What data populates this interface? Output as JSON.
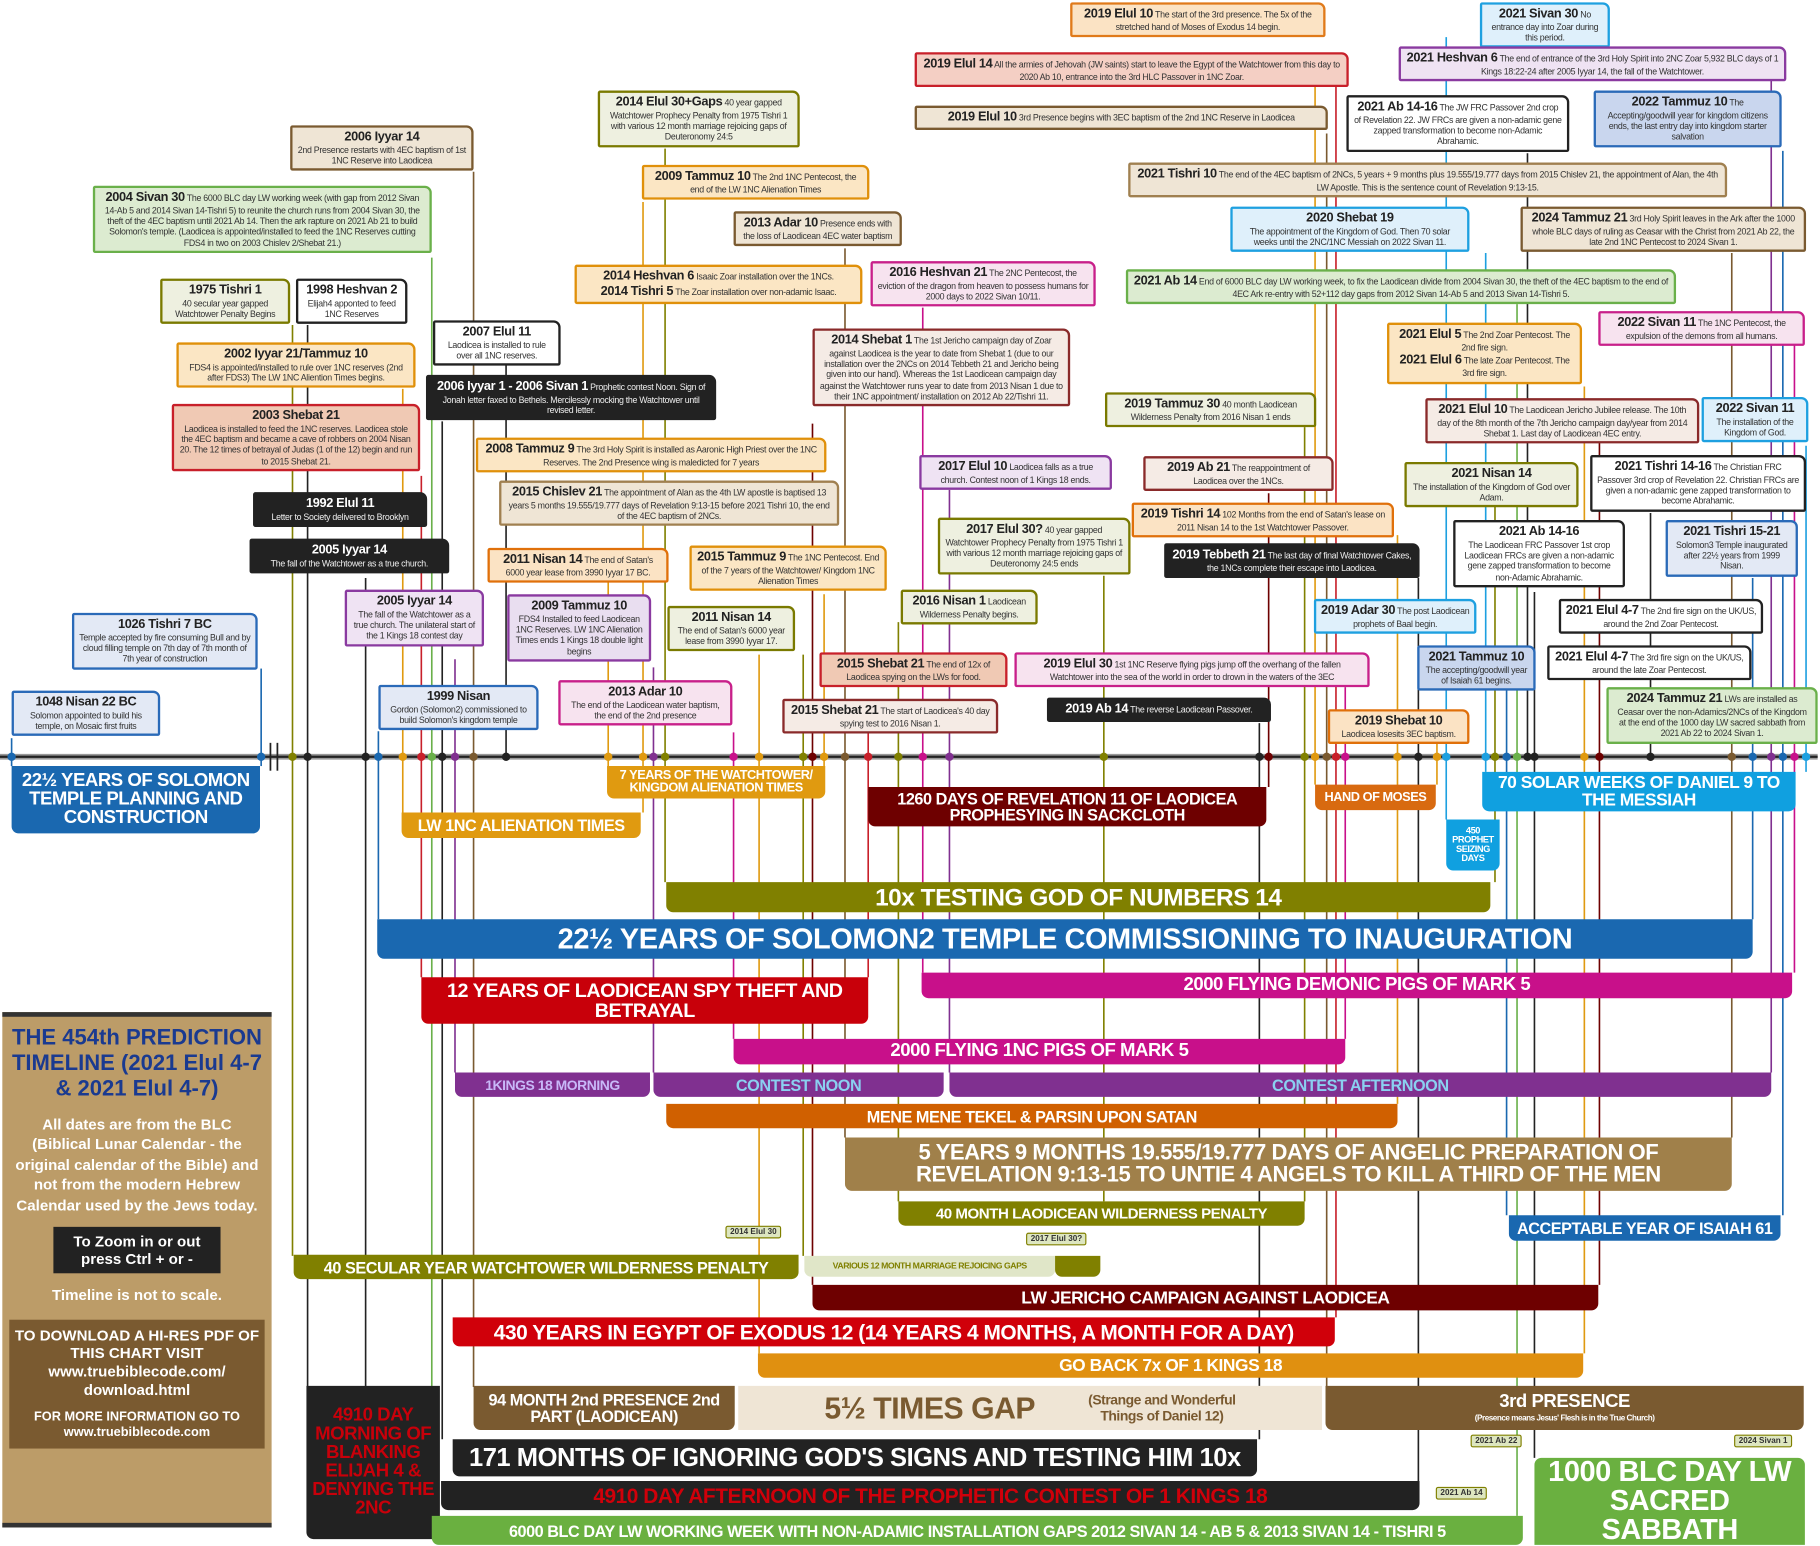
{
  "events": [
    {
      "date": "2019 Elul 10",
      "text": "The start of the 3rd presence. The 5x of the stretched hand of Moses of Exodus 14 begin."
    },
    {
      "date": "2021 Sivan 30",
      "text": "No entrance day into Zoar during this period."
    },
    {
      "date": "2019 Elul 14",
      "text": "All the armies of Jehovah (JW saints) start to leave the Egypt of the Watchtower from this day to 2020 Ab 10, entrance into the 3rd HLC Passover in 1NC Zoar."
    },
    {
      "date": "2021 Heshvan 6",
      "text": "The end of entrance of the 3rd Holy Spirit into 2NC Zoar 5,932 BLC days of 1 Kings 18:22-24 after 2005 Iyyar 14, the fall of the Watchtower."
    },
    {
      "date": "2014 Elul 30+Gaps",
      "text": "40 year gapped Watchtower Prophecy Penalty from 1975 Tishri 1 with various 12 month marriage rejoicing gaps of Deuteronomy 24:5"
    },
    {
      "date": "2019 Elul 10",
      "text": "3rd Presence begins with 3EC baptism of the 2nd 1NC Reserve in Laodicea"
    },
    {
      "date": "2021 Ab 14-16",
      "text": "The JW FRC Passover 2nd crop of Revelation 22. JW FRCs are given a non-adamic gene zapped transformation to become non-Adamic Abrahamic."
    },
    {
      "date": "2022 Tammuz 10",
      "text": "The Accepting/goodwill year for kingdom citizens ends, the last entry day into kingdom starter salvation"
    },
    {
      "date": "2006 Iyyar 14",
      "text": "2nd Presence restarts with 4EC baptism of 1st 1NC Reserve into Laodicea"
    },
    {
      "date": "2009 Tammuz 10",
      "text": "The 2nd 1NC Pentecost, the end of the LW 1NC Alienation Times"
    },
    {
      "date": "2021 Tishri 10",
      "text": "The end of the 4EC baptism of 2NCs, 5 years + 9 months plus 19.555/19.777 days from 2015 Chislev 21, the appointment of Alan, the 4th LW Apostle. This is the sentence count of Revelation 9:13-15."
    },
    {
      "date": "2004 Sivan 30",
      "text": "The 6000 BLC day LW working week (with gap from 2012 Sivan 14-Ab 5 and 2014 Sivan 14-Tishri 5) to reunite the church runs from 2004 Sivan 30, the theft of the 4EC baptism until 2021 Ab 14. Then the ark rapture on 2021 Ab 21 to build Solomon's temple. (Laodicea is appointed/installed to feed the 1NC Reserves cutting FDS4 in two on 2003 Chislev 2/Shebat 21.)"
    },
    {
      "date": "2013 Adar 10",
      "text": "Presence ends with the loss of Laodicean 4EC water baptism"
    },
    {
      "date": "2020 Shebat 19",
      "text": "The appointment of the Kingdom of God. Then 70 solar weeks until the 2NC/1NC Messiah on 2022 Sivan 11."
    },
    {
      "date": "2024 Tammuz 21",
      "text": "3rd Holy Spirit leaves in the Ark after the 1000 whole BLC days of ruling as Ceasar with the Christ from 2021 Ab 22, the late 2nd 1NC Pentecost to 2024 Sivan 1."
    },
    {
      "date": "2014 Heshvan 6",
      "text": "Isaaic Zoar installation over the 1NCs.",
      "date2": "2014 Tishri 5",
      "text2": "The Zoar installation over non-adamic Isaac."
    },
    {
      "date": "2016 Heshvan 21",
      "text": "The 2NC Pentecost, the eviction of the dragon from heaven to possess humans for 2000 days to 2022 Sivan 10/11."
    },
    {
      "date": "2021 Ab 14",
      "text": "End of 6000 BLC day LW working week, to fix the Laodicean divide from 2004 Sivan 30, the theft of the 4EC baptism to the end of 4EC Ark re-entry with 52+112 day gaps from 2012 Sivan 14-Ab 5 and 2013 Sivan 14-Tishri 5."
    },
    {
      "date": "1975 Tishri 1",
      "text": "40 secular year gapped Watchtower Penalty Begins"
    },
    {
      "date": "1998 Heshvan 2",
      "text": "Elijah4 apponted to feed 1NC Reserves"
    },
    {
      "date": "2022 Sivan 11",
      "text": "The 1NC Pentecost, the expulsion of the demons from all humans."
    },
    {
      "date": "2007 Elul 11",
      "text": "Laodicea is installed to rule over all 1NC reserves."
    },
    {
      "date": "2021 Elul 5",
      "text": "The 2nd Zoar Pentecost. The 2nd fire sign.",
      "date2": "2021 Elul 6",
      "text2": "The late Zoar Pentecost. The 3rd fire sign."
    },
    {
      "date": "2002 Iyyar 21/Tammuz 10",
      "text": "FDS4 is appointed/installed to rule over 1NC reserves (2nd after FDS3) The LW 1NC Aliention Times begins."
    },
    {
      "date": "2014 Shebat 1",
      "text": "The 1st Jericho campaign day of Zoar against Laodicea is the year to date from Shebat 1 (due to our installation over the 2NCs on 2014 Tebbeth 21 and Jericho being given into our hand). Whereas the 1st Laodicean campaign day against the Watchtower runs year to date from 2013 Nisan 1 due to their 1NC appointment/ installation on 2012 Ab 22/Tishri 11."
    },
    {
      "date": "2006 Iyyar 1 - 2006 Sivan 1",
      "text": "Prophetic contest Noon. Sign of Jonah letter faxed to Bethels. Mercilessly mocking the Watchtower until revised letter."
    },
    {
      "date": "2019 Tammuz 30",
      "text": "40 month Laodicean Wilderness Penalty from 2016 Nisan 1 ends"
    },
    {
      "date": "2003 Shebat 21",
      "text": "Laodicea is installed to feed the 1NC reserves. Laodicea stole the 4EC baptism and became a cave of robbers on 2004 Nisan 20. The 12 times of betrayal of Judas (1 of the 12) begin and run to 2015 Shebat 21."
    },
    {
      "date": "2021 Elul 10",
      "text": "The Laodicean Jericho Jubilee release. The 10th day of the 8th month of the 7th Jericho campaign day/year from 2014 Shebat 1. Last day of Laodicean 4EC entry."
    },
    {
      "date": "2022 Sivan 11",
      "text": "The installation of the Kingdom of God."
    },
    {
      "date": "2008 Tammuz 9",
      "text": "The 3rd Holy Spirit is installed as Aaronic High Priest over the 1NC Reserves. The 2nd Presence wing is maledicted for 7 years"
    },
    {
      "date": "2017 Elul 10",
      "text": "Laodicea falls as a true church. Contest noon of 1 Kings 18 ends."
    },
    {
      "date": "2019 Ab 21",
      "text": "The reappointment of Laodicea over the 1NCs."
    },
    {
      "date": "2021 Nisan 14",
      "text": "The installation of the Kingdom of God over Adam."
    },
    {
      "date": "2021 Tishri 14-16",
      "text": "The Christian FRC Passover 3rd crop of Revelation 22. Christian FRCs are given a non-adamic gene zapped transformation to become Abrahamic."
    },
    {
      "date": "2015 Chislev 21",
      "text": "The appointment of Alan as the 4th LW apostle is baptised 13 years 5 months 19.555/19.777 days of Revelation 9:13-15 before 2021 Tishri 10, the end of the 4EC baptism of 2NCs."
    },
    {
      "date": "1992 Elul 11",
      "text": "Letter to Society delivered to Brooklyn"
    },
    {
      "date": "2019 Tishri 14",
      "text": "102 Months from the end of Satan's lease on 2011 Nisan 14 to the 1st Watchtower Passover."
    },
    {
      "date": "2017 Elul 30?",
      "text": "40 year gapped Watchtower Prophecy Penalty from 1975 Tishri 1 with various 12 month marriage rejoicing gaps of Deuteronomy 24:5 ends"
    },
    {
      "date": "2021 Ab 14-16",
      "text": "The Laodicean FRC Passover 1st crop Laodicean FRCs are given a non-adamic gene zapped transformation to become non-Adamic Abrahamic."
    },
    {
      "date": "2021 Tishri 15-21",
      "text": "Solomon3 Temple inaugurated after 22½ years from 1999 Nisan."
    },
    {
      "date": "2005 Iyyar 14",
      "text": "The fall of the Watchtower as a true church."
    },
    {
      "date": "2011 Nisan 14",
      "text": "The end of Satan's 6000 year lease from 3990 Iyyar 17 BC."
    },
    {
      "date": "2015 Tammuz 9",
      "text": "The 1NC Pentecost. End of the 7 years of the Watchtower/ Kingdom 1NC Alienation Times"
    },
    {
      "date": "2019 Tebbeth 21",
      "text": "The last day of final Watchtower Cakes, the 1NCs complete their escape into Laodicea."
    },
    {
      "date": "2016 Nisan 1",
      "text": "Laodicean Wilderness Penalty begins."
    },
    {
      "date": "2009 Tammuz 10",
      "text": "FDS4 Installed to feed Laodicean 1NC Reserves. LW 1NC Alienation Times ends 1 Kings 18 double light begins"
    },
    {
      "date": "2005 Iyyar 14",
      "text": "The fall of the Watchtower as a true church. The unilateral start of the 1 Kings 18 contest day"
    },
    {
      "date": "2019 Adar 30",
      "text": "The post Laodicean prophets of Baal begin."
    },
    {
      "date": "2021 Elul 4-7",
      "text": "The 2nd fire sign on the UK/US, around the 2nd Zoar Pentecost."
    },
    {
      "date": "1026 Tishri 7 BC",
      "text": "Temple accepted by fire consuming Bull and by cloud filling temple on 7th day of 7th month of 7th year of construction"
    },
    {
      "date": "2011 Nisan 14",
      "text": "The end of Satan's 6000 year lease from 3990 Iyyar 17."
    },
    {
      "date": "2021 Tammuz 10",
      "text": "The accepting/goodwill year of Isaiah 61 begins."
    },
    {
      "date": "2021 Elul 4-7",
      "text": "The 3rd fire sign on the UK/US, around the late Zoar Pentecost."
    },
    {
      "date": "2015 Shebat 21",
      "text": "The end of 12x of Laodicea spying on the LWs for food."
    },
    {
      "date": "2019 Elul 30",
      "text": "1st 1NC Reserve flying pigs jump off the overhang of the fallen Watchtower into the sea of the world in order to drown in the waters of the 3EC"
    },
    {
      "date": "1048 Nisan 22 BC",
      "text": "Solomon appointed to build his temple, on Mosaic first fruits"
    },
    {
      "date": "1999 Nisan",
      "text": "Gordon (Solomon2) commissioned to build Solomon's kingdom temple"
    },
    {
      "date": "2013 Adar 10",
      "text": "The end of the Laodicean water baptism, the end of the 2nd presence"
    },
    {
      "date": "2024 Tammuz 21",
      "text": "LWs are installed as Ceasar over the non-Adamics/2NCs of the Kingdom at the end of the 1000 day LW sacred sabbath from 2021 Ab 22 to 2024 Sivan 1."
    },
    {
      "date": "2015 Shebat 21",
      "text": "The start of Laodicea's 40 day spying test to 2016 Nisan 1."
    },
    {
      "date": "2019 Ab 14",
      "text": "The reverse Laodicean Passover."
    },
    {
      "date": "2019 Shebat 10",
      "text": "Laodicea losesits 3EC baptism."
    }
  ],
  "bars": {
    "solomon_planning": "22½ YEARS OF SOLOMON TEMPLE PLANNING AND CONSTRUCTION",
    "alienation_7": "7 YEARS OF THE WATCHTOWER/ KINGDOM ALIENATION TIMES",
    "days_1260": "1260 DAYS OF REVELATION 11 OF LAODICEA PROPHESYING IN SACKCLOTH",
    "hand_moses": "HAND OF MOSES",
    "solar_weeks": "70 SOLAR WEEKS OF DANIEL 9 TO THE MESSIAH",
    "lw_alienation": "LW 1NC ALIENATION TIMES",
    "prophet_seizing": "450 PROPHET SEIZING DAYS",
    "testing_10x": "10x TESTING GOD OF NUMBERS 14",
    "solomon2": "22½ YEARS OF SOLOMON2 TEMPLE COMMISSIONING TO INAUGURATION",
    "demonic_pigs": "2000 FLYING DEMONIC PIGS OF MARK 5",
    "laodicean_spy": "12 YEARS OF LAODICEAN SPY THEFT AND BETRAYAL",
    "nc_pigs": "2000 FLYING 1NC PIGS OF MARK 5",
    "kings_morning": "1KINGS 18 MORNING",
    "contest_noon": "CONTEST NOON",
    "contest_afternoon": "CONTEST AFTERNOON",
    "mene": "MENE MENE TEKEL & PARSIN UPON SATAN",
    "angelic": "5 YEARS 9 MONTHS 19.555/19.777 DAYS  OF ANGELIC PREPARATION OF REVELATION 9:13-15 TO UNTIE 4 ANGELS TO KILL A THIRD OF THE MEN",
    "laodicean_wilderness": "40 MONTH LAODICEAN WILDERNESS PENALTY",
    "isaiah61": "ACCEPTABLE YEAR OF ISAIAH 61",
    "secular_wilderness": "40 SECULAR YEAR WATCHTOWER WILDERNESS PENALTY",
    "marriage_gaps": "VARIOUS 12 MONTH MARRIAGE REJOICING GAPS",
    "jericho": "LW JERICHO CAMPAIGN AGAINST LAODICEA",
    "egypt_430": "430 YEARS IN EGYPT OF EXODUS 12 (14 YEARS 4 MONTHS, A MONTH FOR A DAY)",
    "go_back": "GO BACK 7x OF 1 KINGS 18",
    "presence_94": "94 MONTH 2nd PRESENCE 2nd PART (LAODICEAN)",
    "times_gap": "5½ TIMES GAP",
    "times_gap_sub": "(Strange and Wonderful Things of Daniel 12)",
    "third_presence": "3rd PRESENCE",
    "third_presence_sub": "(Presence means Jesus' Flesh is in the True Church)",
    "morning_4910": "4910 DAY MORNING OF BLANKING ELIJAH 4 & DENYING THE 2NC",
    "months_171": "171 MONTHS OF IGNORING GOD'S SIGNS AND TESTING HIM 10x",
    "afternoon_4910": "4910 DAY AFTERNOON OF THE PROPHETIC CONTEST OF 1 KINGS 18",
    "sabbath": "1000 BLC DAY LW SACRED SABBATH",
    "working_week": "6000 BLC DAY LW WORKING WEEK WITH NON-ADAMIC INSTALLATION GAPS 2012 SIVAN 14 - AB 5 & 2013 SIVAN 14 - TISHRI 5"
  },
  "tags": {
    "elul30_2014": "2014 Elul 30",
    "elul30_2017": "2017 Elul 30?",
    "ab22_2021": "2021 Ab 22",
    "sivan1_2024": "2024 Sivan 1",
    "ab14_2021": "2021 Ab 14"
  },
  "sidebar": {
    "title": "THE 454th PREDICTION TIMELINE (2021 Elul 4-7 & 2021 Elul 4-7)",
    "note": "All dates are from the BLC (Biblical Lunar Calendar - the original calendar of the Bible) and not from the modern Hebrew Calendar used by the Jews today.",
    "zoom": "To Zoom in or out press Ctrl + or -",
    "scale": "Timeline is not to scale.",
    "download": "TO DOWNLOAD A HI-RES PDF OF THIS CHART VISIT www.truebiblecode.com/ download.html",
    "more": "FOR MORE INFORMATION GO TO www.truebiblecode.com"
  }
}
